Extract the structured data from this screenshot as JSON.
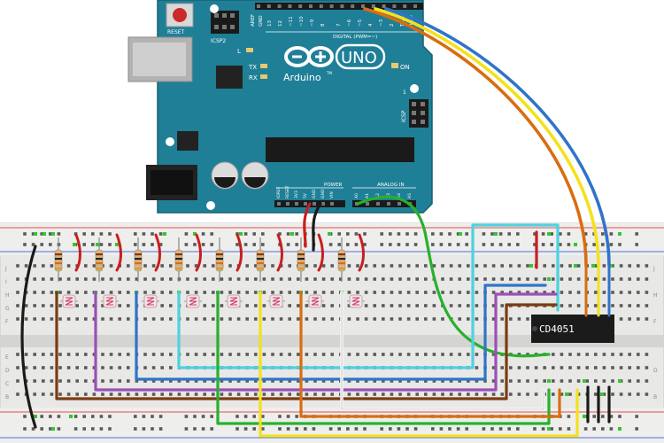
{
  "board": {
    "reset_label": "RESET",
    "icsp2_label": "ICSP2",
    "icsp_label": "ICSP",
    "aref_label": "AREF",
    "gnd_label": "GND",
    "digital_numbers": [
      "13",
      "12",
      "~11",
      "~10",
      "~9",
      "8",
      "7",
      "~6",
      "~5",
      "4",
      "~3",
      "2",
      "TX 1",
      "RX 0"
    ],
    "digital_label": "DIGITAL (PWM=~)",
    "l_label": "L",
    "tx_label": "TX",
    "rx_label": "RX",
    "on_label": "ON",
    "uno_label": "UNO",
    "brand_label": "Arduino",
    "tm_label": "TM",
    "power_label": "POWER",
    "analog_label": "ANALOG IN",
    "power_pins": [
      "IOREF",
      "RESET",
      "3V3",
      "5V",
      "GND",
      "GND",
      "VIN"
    ],
    "analog_pins": [
      "A0",
      "A1",
      "A2",
      "A3",
      "A4",
      "A5"
    ],
    "icsp_one": "1"
  },
  "chip": {
    "label": "CD4051"
  },
  "breadboard": {
    "row_letters_top": [
      "J",
      "I",
      "H",
      "G",
      "F"
    ],
    "row_letters_bottom": [
      "E",
      "D",
      "C",
      "B",
      "A"
    ]
  },
  "colors": {
    "board": "#1f7f97",
    "board_dark": "#16606f",
    "wire_orange": "#d96d10",
    "wire_yellow": "#f3e21b",
    "wire_blue": "#2f74c9",
    "wire_green": "#27b12c",
    "wire_cyan": "#4dd2e0",
    "wire_purple": "#9c4fb8",
    "wire_brown": "#7b3b10",
    "wire_red": "#c81e1e",
    "wire_black": "#1a1a1a",
    "wire_white": "#f4f4f4"
  }
}
